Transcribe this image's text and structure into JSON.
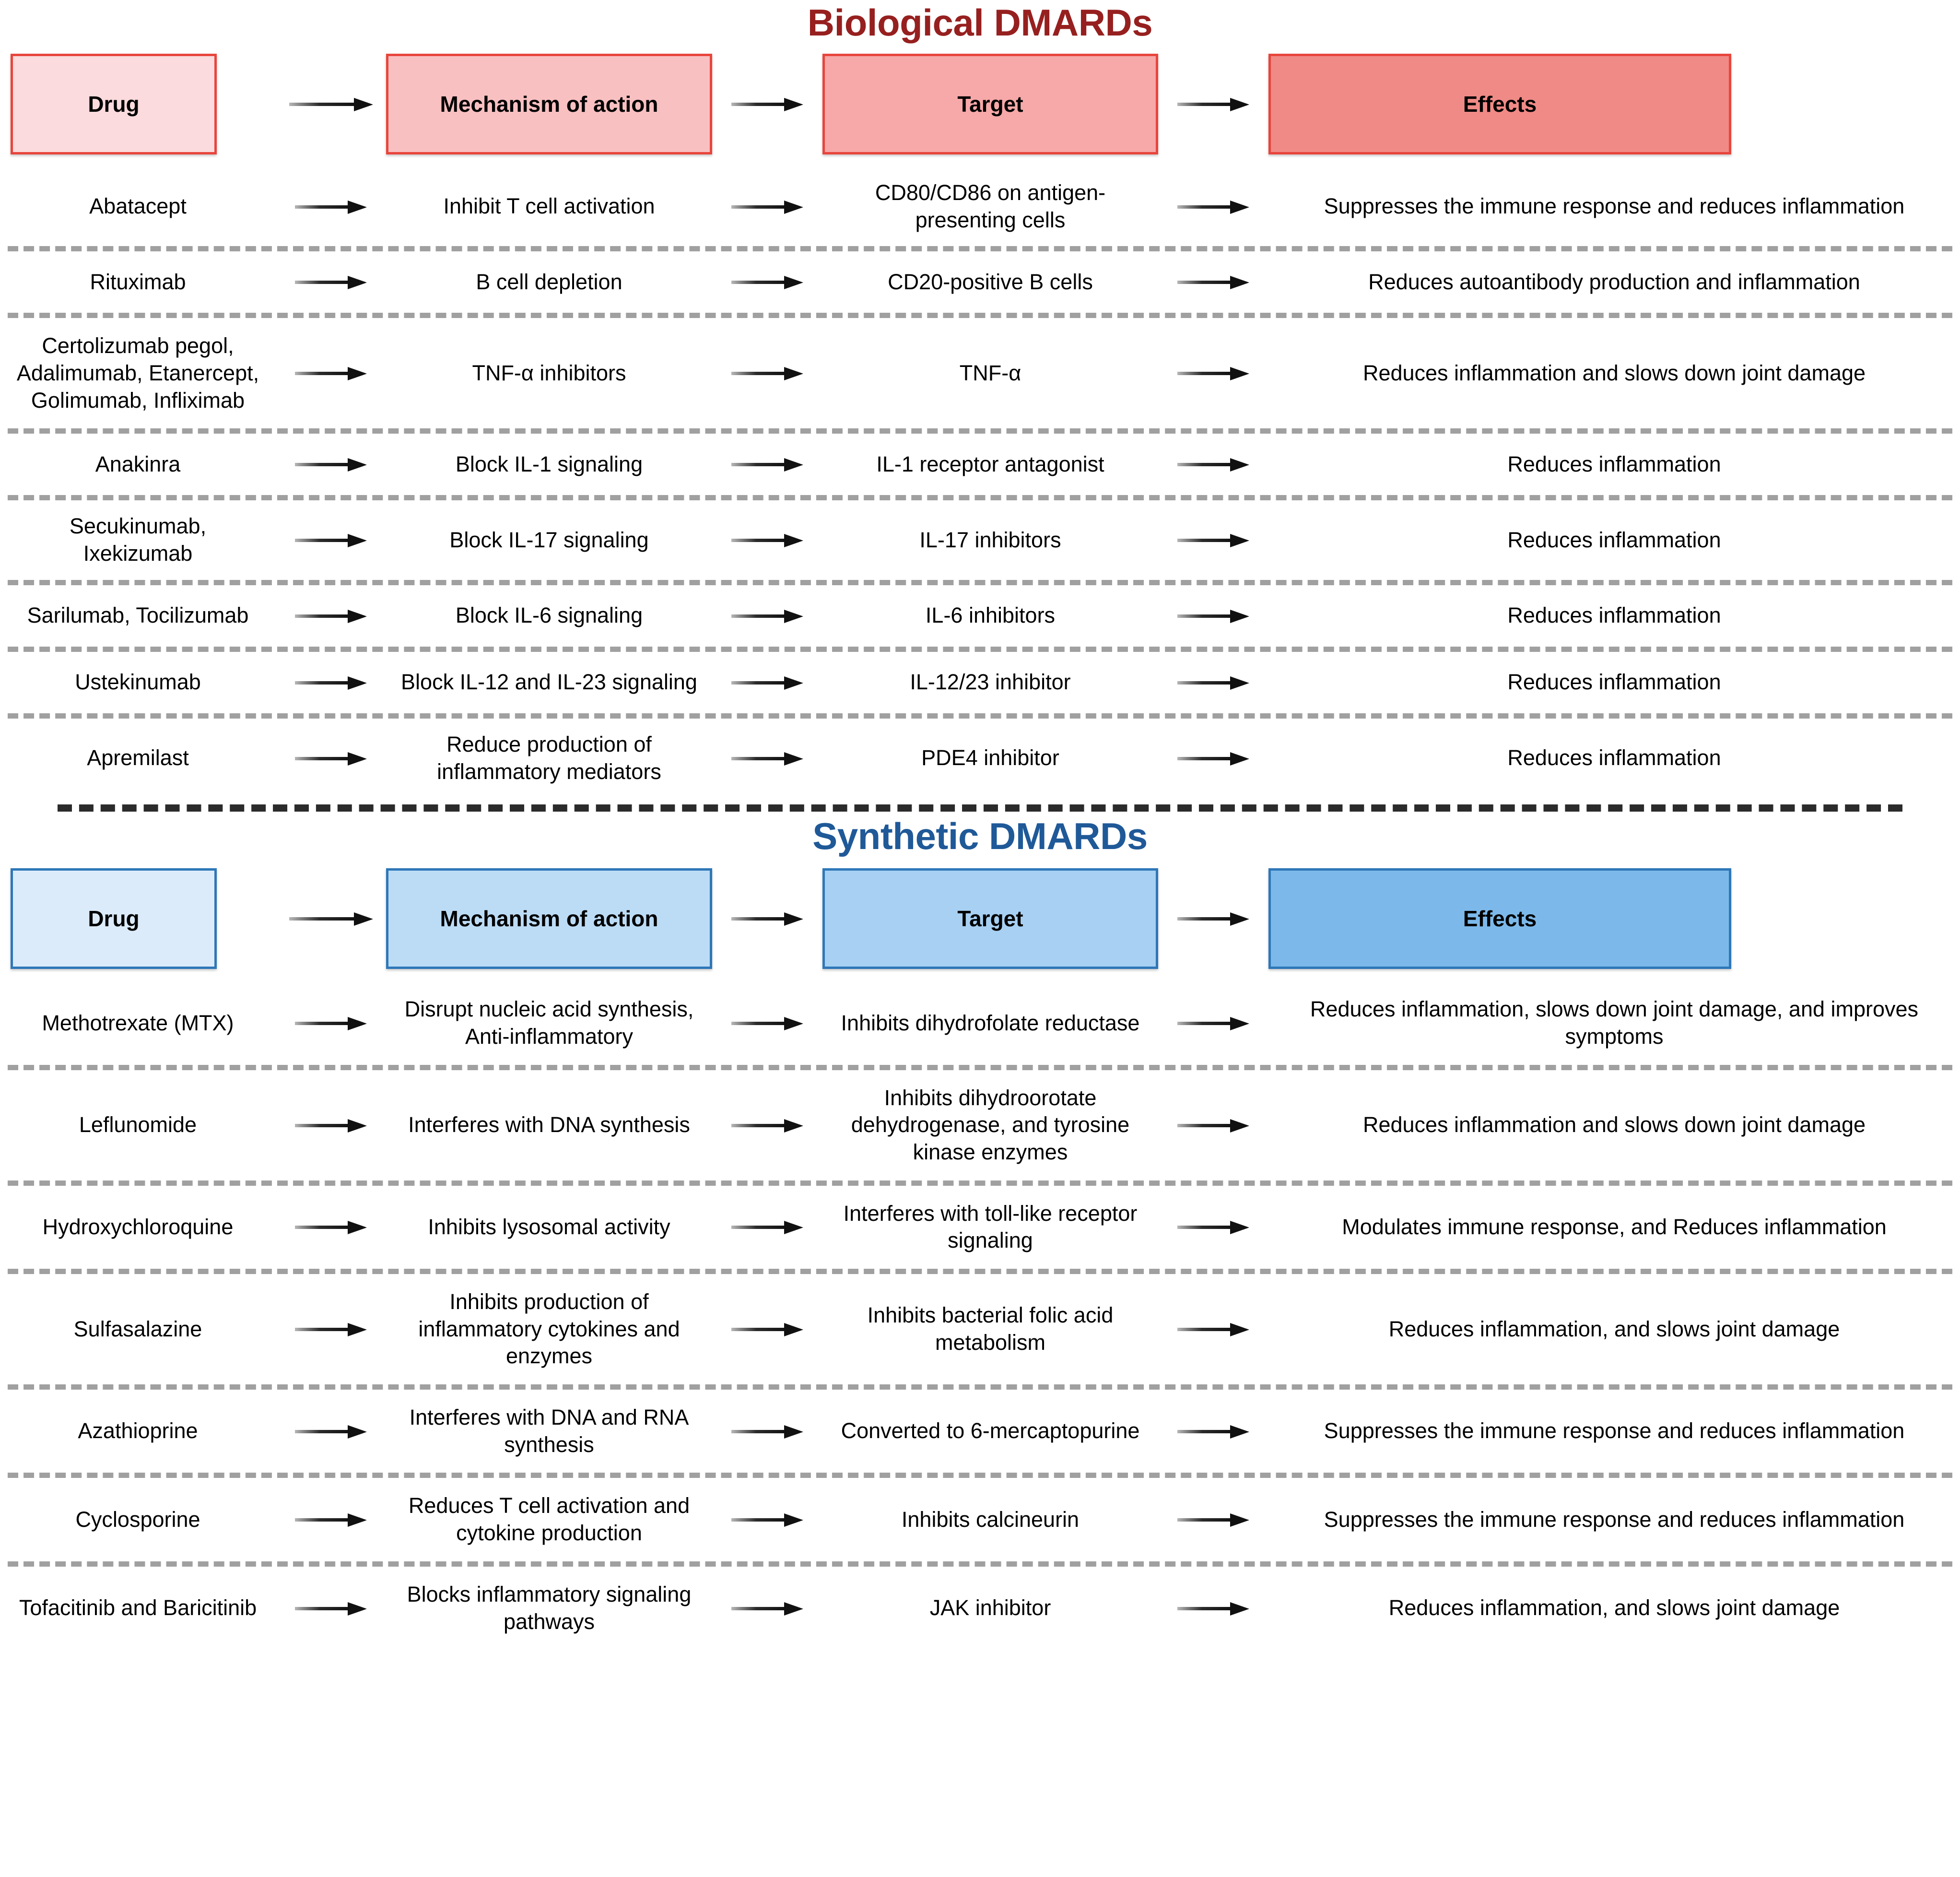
{
  "sections": [
    {
      "key": "biological",
      "title": "Biological DMARDs",
      "title_color": "#96201F",
      "accent_border": "#E8453C",
      "header": {
        "drug": "Drug",
        "mechanism": "Mechanism of action",
        "target": "Target",
        "effects": "Effects"
      },
      "rows": [
        {
          "drug": "Abatacept",
          "mechanism": "Inhibit T cell activation",
          "target": "CD80/CD86 on antigen-presenting cells",
          "effects": "Suppresses the immune response and reduces inflammation"
        },
        {
          "drug": "Rituximab",
          "mechanism": "B cell depletion",
          "target": "CD20-positive B cells",
          "effects": "Reduces autoantibody production and inflammation"
        },
        {
          "drug": "Certolizumab pegol, Adalimumab, Etanercept, Golimumab, Infliximab",
          "mechanism": "TNF-α inhibitors",
          "target": "TNF-α",
          "effects": "Reduces inflammation and slows down joint damage"
        },
        {
          "drug": "Anakinra",
          "mechanism": "Block IL-1 signaling",
          "target": "IL-1 receptor antagonist",
          "effects": "Reduces inflammation"
        },
        {
          "drug": "Secukinumab, Ixekizumab",
          "mechanism": "Block IL-17 signaling",
          "target": "IL-17 inhibitors",
          "effects": "Reduces inflammation"
        },
        {
          "drug": "Sarilumab, Tocilizumab",
          "mechanism": "Block IL-6 signaling",
          "target": "IL-6 inhibitors",
          "effects": "Reduces inflammation"
        },
        {
          "drug": "Ustekinumab",
          "mechanism": "Block IL-12 and IL-23 signaling",
          "target": "IL-12/23 inhibitor",
          "effects": "Reduces inflammation"
        },
        {
          "drug": "Apremilast",
          "mechanism": "Reduce production of inflammatory mediators",
          "target": "PDE4 inhibitor",
          "effects": "Reduces inflammation"
        }
      ]
    },
    {
      "key": "synthetic",
      "title": "Synthetic DMARDs",
      "title_color": "#1F5998",
      "accent_border": "#2E77B8",
      "header": {
        "drug": "Drug",
        "mechanism": "Mechanism of action",
        "target": "Target",
        "effects": "Effects"
      },
      "rows": [
        {
          "drug": "Methotrexate (MTX)",
          "mechanism": "Disrupt nucleic acid synthesis, Anti-inflammatory",
          "target": "Inhibits dihydrofolate reductase",
          "effects": "Reduces inflammation, slows down joint damage, and improves symptoms"
        },
        {
          "drug": "Leflunomide",
          "mechanism": "Interferes with DNA synthesis",
          "target": "Inhibits dihydroorotate dehydrogenase, and tyrosine kinase enzymes",
          "effects": "Reduces inflammation and slows down joint damage"
        },
        {
          "drug": "Hydroxychloroquine",
          "mechanism": "Inhibits lysosomal activity",
          "target": "Interferes with toll-like receptor signaling",
          "effects": "Modulates immune response, and Reduces inflammation"
        },
        {
          "drug": "Sulfasalazine",
          "mechanism": "Inhibits production of inflammatory cytokines and enzymes",
          "target": "Inhibits bacterial folic acid metabolism",
          "effects": "Reduces inflammation, and slows joint damage"
        },
        {
          "drug": "Azathioprine",
          "mechanism": "Interferes with DNA and RNA synthesis",
          "target": "Converted to 6-mercaptopurine",
          "effects": "Suppresses the immune response and reduces inflammation"
        },
        {
          "drug": "Cyclosporine",
          "mechanism": "Reduces T cell activation and  cytokine production",
          "target": "Inhibits calcineurin",
          "effects": "Suppresses the immune response and reduces inflammation"
        },
        {
          "drug": "Tofacitinib and Baricitinib",
          "mechanism": "Blocks inflammatory signaling pathways",
          "target": "JAK inhibitor",
          "effects": "Reduces inflammation, and slows joint damage"
        }
      ]
    }
  ],
  "icons": {
    "arrow": "right-arrow-icon"
  }
}
